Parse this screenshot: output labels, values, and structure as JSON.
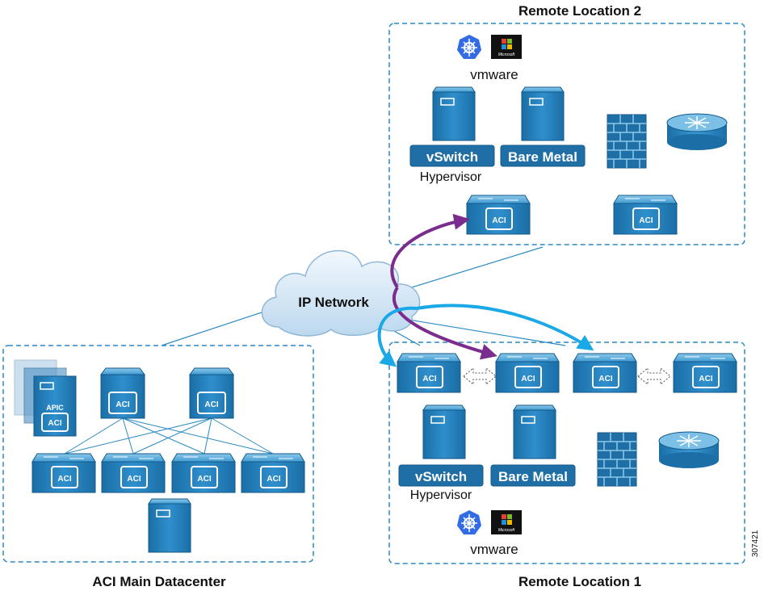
{
  "regions": {
    "main_dc": "ACI Main Datacenter",
    "remote1": "Remote Location 1",
    "remote2": "Remote Location 2"
  },
  "cloud_label": "IP Network",
  "labels": {
    "vswitch": "vSwitch",
    "bare_metal": "Bare Metal",
    "hypervisor": "Hypervisor",
    "aci": "ACI",
    "apic": "APIC",
    "vmware": "vmware",
    "microsoft": "Microsoft"
  },
  "figure_id": "307421",
  "colors": {
    "device_blue": "#1f7bb6",
    "device_dark": "#135a8a",
    "device_light": "#6fb6e0",
    "dashed_border": "#2a8ac4",
    "link_line": "#2a8ac4",
    "arrow_purple": "#7b2d8e",
    "arrow_cyan": "#1aa9e6",
    "cloud_fill": "#d8e9f6",
    "cloud_stroke": "#8fb8d8",
    "kubernetes": "#326ce5"
  },
  "icons": [
    "aci-spine-switch-icon",
    "aci-leaf-switch-icon",
    "apic-controller-icon",
    "server-icon",
    "firewall-icon",
    "router-icon",
    "kubernetes-icon",
    "microsoft-windows-icon",
    "cloud-icon"
  ]
}
